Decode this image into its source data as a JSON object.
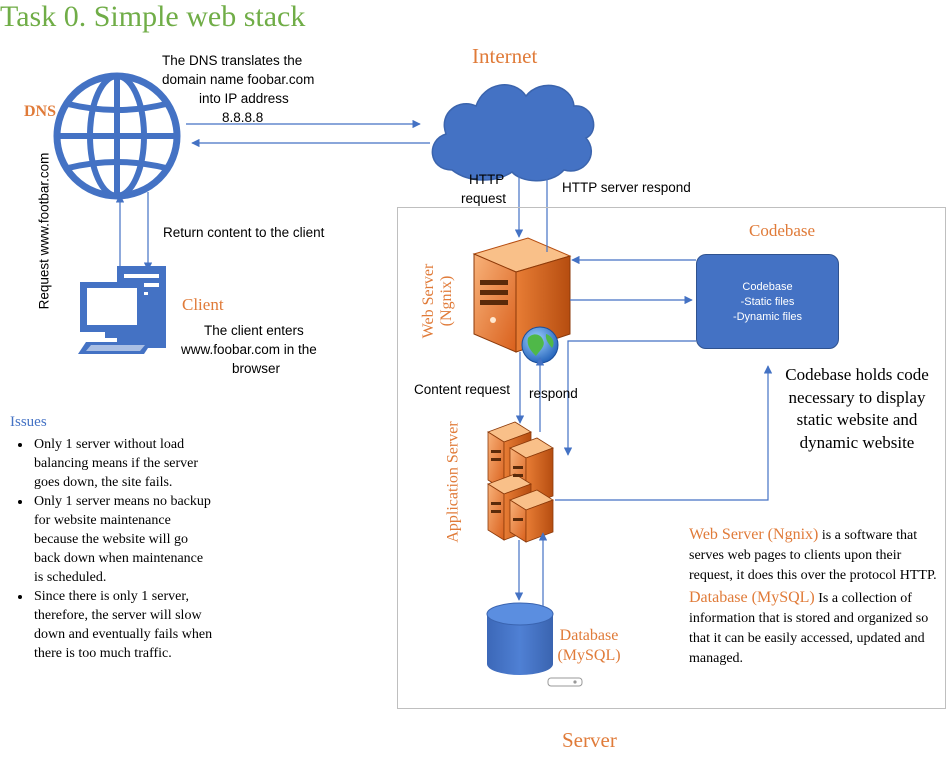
{
  "title": "Task 0. Simple web stack",
  "internet_label": "Internet",
  "dns": {
    "label": "DNS",
    "note_lines": [
      "The DNS translates the",
      "domain name foobar.com",
      "into IP address",
      "8.8.8.8"
    ]
  },
  "request_label": "Request www.footbar.com",
  "return_label": "Return content to the client",
  "client": {
    "label": "Client",
    "note_lines": [
      "The client enters",
      "www.foobar.com in the",
      "browser"
    ]
  },
  "http_request_lines": [
    "HTTP",
    "request"
  ],
  "http_respond": "HTTP server respond",
  "web_server_label_lines": [
    "Web Server",
    "(Ngnix)"
  ],
  "codebase": {
    "title": "Codebase",
    "card_lines": [
      "Codebase",
      "-Static files",
      "-Dynamic files"
    ],
    "note_lines": [
      "Codebase holds code",
      "necessary to display",
      "static website and",
      "dynamic website"
    ]
  },
  "content_request": "Content request",
  "respond": "respond",
  "app_server_label": "Application Server",
  "database_label_lines": [
    "Database",
    "(MySQL)"
  ],
  "server_label": "Server",
  "issues": {
    "title": "Issues",
    "items": [
      "Only 1 server without load balancing means if the server goes down, the site fails.",
      "Only 1 server means no backup for website maintenance because the website will go back down when maintenance is scheduled.",
      "Since there is only 1 server, therefore, the server will slow down and eventually fails when there is too much traffic."
    ]
  },
  "notes": {
    "web_server_term": "Web Server (Ngnix)",
    "web_server_text": " is a software that serves web pages to clients upon their request, it does this over the protocol HTTP.",
    "database_term": "Database (MySQL)",
    "database_text": " Is a collection of information that is stored and organized so that it can be easily accessed, updated and managed."
  },
  "colors": {
    "title": "#70ad47",
    "accent_orange": "#e07b39",
    "icon_blue": "#4472c4",
    "arrow": "#4472c4"
  },
  "icons": [
    "globe-icon",
    "computer-icon",
    "cloud-icon",
    "server-icon",
    "earth-icon",
    "server-rack-icon",
    "database-icon"
  ]
}
